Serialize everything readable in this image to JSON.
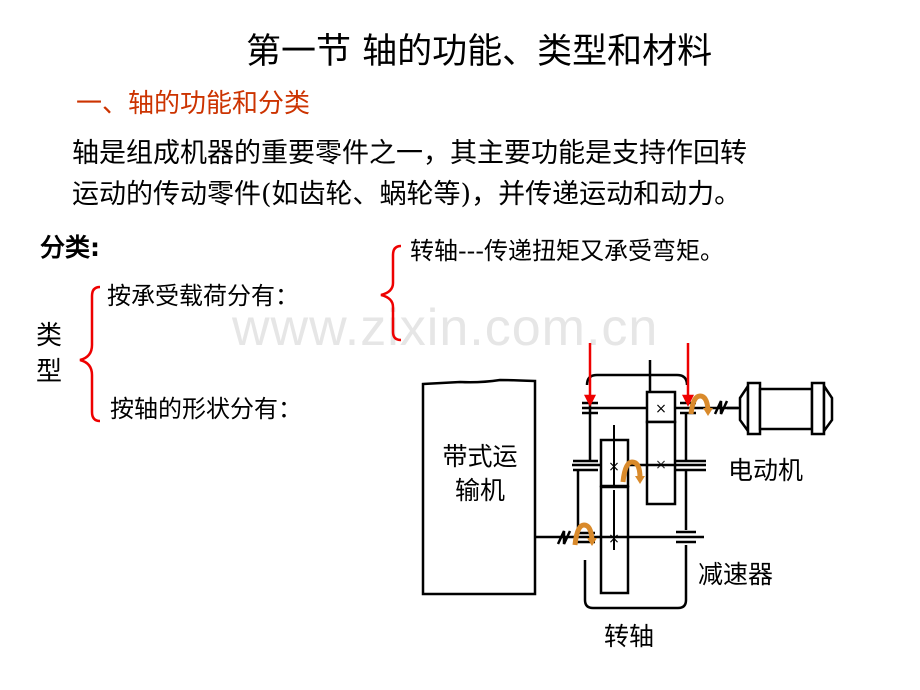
{
  "slide": {
    "title": "第一节 轴的功能、类型和材料",
    "section_heading": "一、轴的功能和分类",
    "section_heading_color": "#cc3300",
    "paragraph": {
      "line1": "轴是组成机器的重要零件之一，其主要功能是支持作回转",
      "line2": "运动的传动零件(如齿轮、蜗轮等)，并传递运动和动力。"
    },
    "classification": {
      "label": "分类:",
      "type_label": "类型",
      "by_load": "按承受载荷分有：",
      "by_shape": "按轴的形状分有：",
      "load_types": [
        "转轴---传递扭矩又承受弯矩。"
      ],
      "brace_color": "#ee0000"
    },
    "diagram": {
      "conveyor_label": "带式运输机",
      "motor_label": "电动机",
      "reducer_label": "减速器",
      "shaft_label": "转轴",
      "arrow_color": "#ee0000",
      "torque_color": "#d98a2b"
    },
    "watermark": "www.zixin.com.cn"
  }
}
